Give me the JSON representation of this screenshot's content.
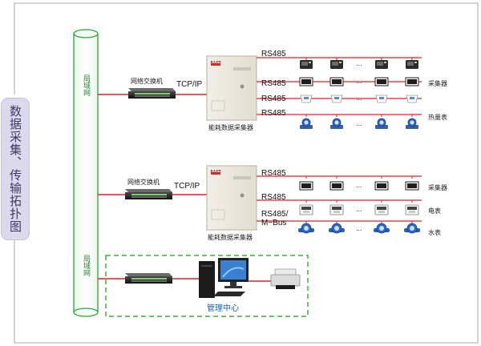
{
  "side_title": "数据采集、传输拓扑图",
  "lan_labels": [
    "局域网",
    "局域网"
  ],
  "switch_labels": [
    "网络交换机",
    "网络交换机"
  ],
  "tcpip_labels": [
    "TCP/IP",
    "TCP/IP"
  ],
  "collector_labels": [
    "能耗数据采集器",
    "能耗数据采集器"
  ],
  "cabinet_logo": "AKE",
  "group1": {
    "protocols": [
      "RS485",
      "RS485",
      "RS485",
      "RS485"
    ],
    "device_labels": [
      "采集器",
      "热量表"
    ]
  },
  "group2": {
    "protocols": [
      "RS485",
      "RS485",
      "RS485/\nM−Bus"
    ],
    "device_labels": [
      "采集器",
      "电表",
      "水表"
    ]
  },
  "ellipsis": "...",
  "management_center": "管理中心",
  "colors": {
    "line_red": "#e0202a",
    "lan_green": "#1f9e35",
    "box_green": "#3fae3a",
    "side_bg": "#dcd9ec",
    "meter_blue": "#2b68c9"
  }
}
